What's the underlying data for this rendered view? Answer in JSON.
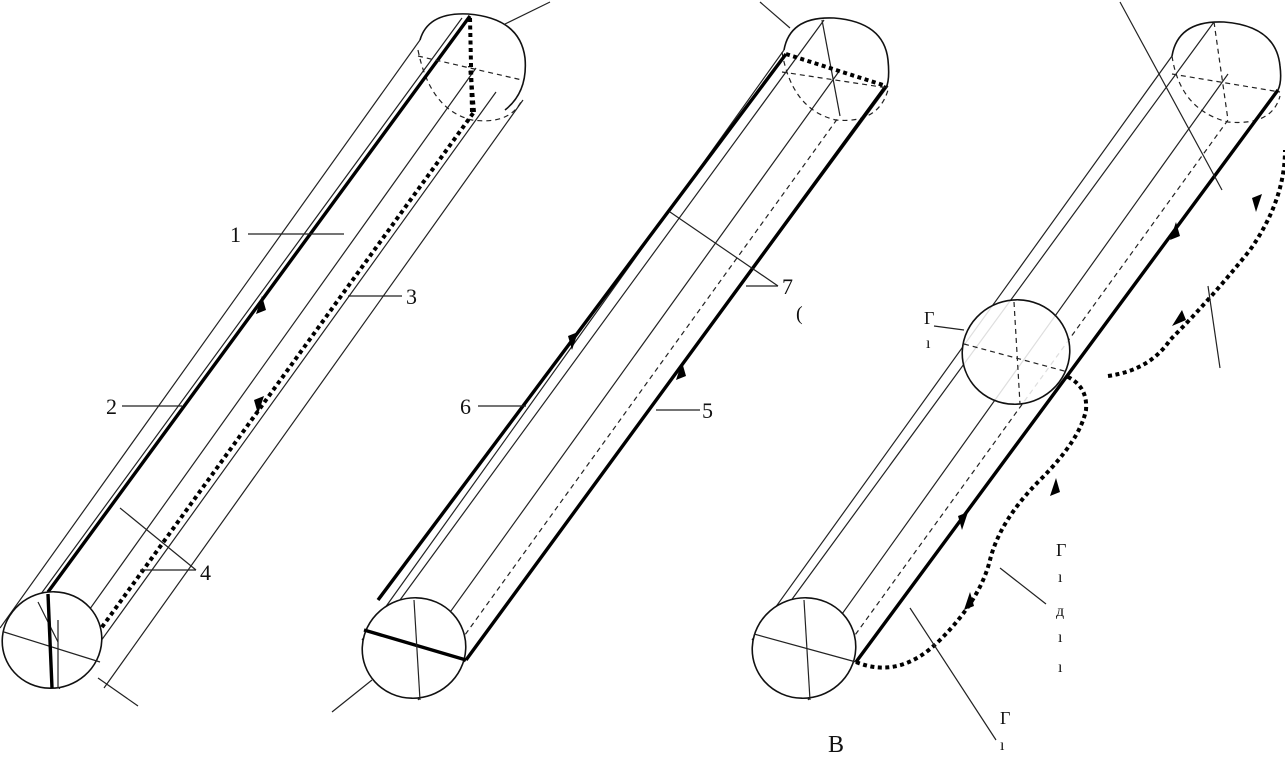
{
  "figure": {
    "labels": {
      "l1": "1",
      "l2": "2",
      "l3": "3",
      "l4": "4",
      "l5": "5",
      "l6": "6",
      "l7": "7",
      "l7b": "(",
      "frag_b": "B",
      "frag_g1": "Γ",
      "frag_g2": "Γ",
      "frag_g3": "Γ",
      "frag_i1": "ı",
      "frag_i2": "ı",
      "frag_i3": "ı",
      "frag_i4": "ı",
      "frag_d": "д",
      "frag_k": "ı"
    }
  }
}
